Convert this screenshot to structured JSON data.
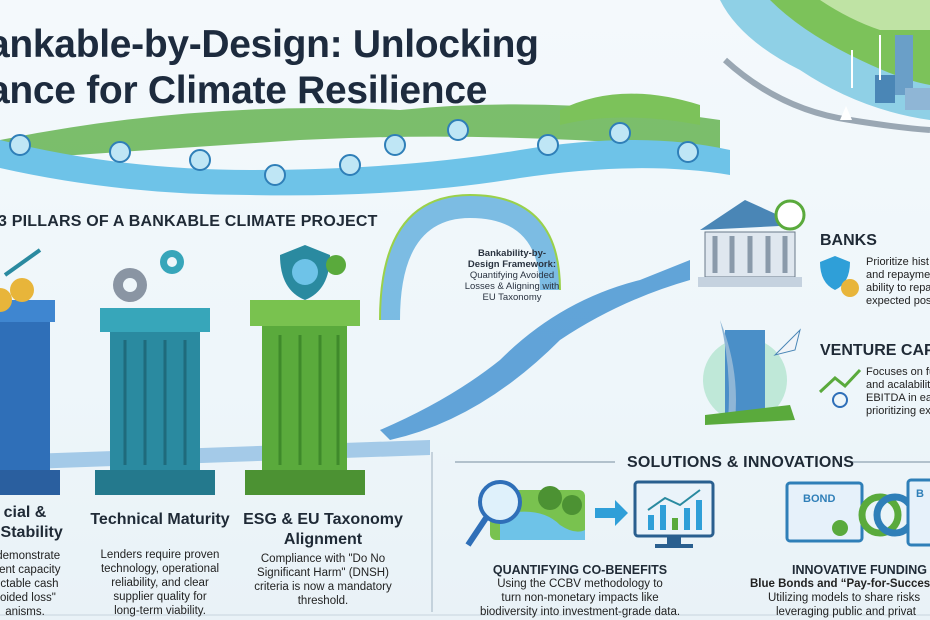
{
  "header": {
    "title_line1": "ankable-by-Design: Unlocking",
    "title_line2": "ance for Climate Resilience"
  },
  "pillars_section": {
    "heading": "3 PILLARS OF A BANKABLE CLIMATE PROJECT",
    "pillars": [
      {
        "title_line1": "cial &",
        "title_line2": "e Stability",
        "desc": [
          "t demonstrate",
          "ment capacity",
          "dictable cash",
          "voided loss\"",
          "anisms."
        ],
        "color": "#2f6fb8"
      },
      {
        "title_line1": "Technical Maturity",
        "title_line2": "",
        "desc": [
          "Lenders require proven",
          "technology, operational",
          "reliability, and clear",
          "supplier quality for",
          "long-term viability."
        ],
        "color": "#2a8aa0"
      },
      {
        "title_line1": "ESG & EU Taxonomy",
        "title_line2": "Alignment",
        "desc": [
          "Compliance with \"Do No",
          "Significant Harm\" (DNSH)",
          "criteria is now a mandatory",
          "threshold."
        ],
        "color": "#5aaa3c"
      }
    ]
  },
  "framework": {
    "label": [
      "Bankability-by-",
      "Design Framework:",
      "Quantifying Avoided",
      "Losses & Aligning with",
      "EU Taxonomy"
    ]
  },
  "investors": [
    {
      "title": "BANKS",
      "desc": [
        "Prioritize hist",
        "and repayme",
        "ability to repa",
        "expected pos"
      ]
    },
    {
      "title": "VENTURE CAP",
      "desc": [
        "Focuses on fu",
        "and acalabilit",
        "EBITDA in ear",
        "prioritizing ex"
      ]
    }
  ],
  "solutions": {
    "heading": "SOLUTIONS & INNOVATIONS",
    "items": [
      {
        "title": "QUANTIFYING CO-BENEFITS",
        "subtitle": "",
        "desc": [
          "Using the CCBV methodology to",
          "turn non-monetary impacts like",
          "biodiversity into investment-grade data."
        ]
      },
      {
        "title": "INNOVATIVE FUNDING M",
        "subtitle": "Blue Bonds and “Pay-for-Success",
        "desc": [
          "Utilizing models to share risks",
          "leveraging public and privat"
        ]
      }
    ],
    "bond_label": "BOND",
    "bond_label2": "B"
  },
  "colors": {
    "navy": "#1d2b3e",
    "blue": "#2f6fb8",
    "teal": "#2a8aa0",
    "green": "#5aaa3c",
    "gold": "#e8b53a"
  }
}
